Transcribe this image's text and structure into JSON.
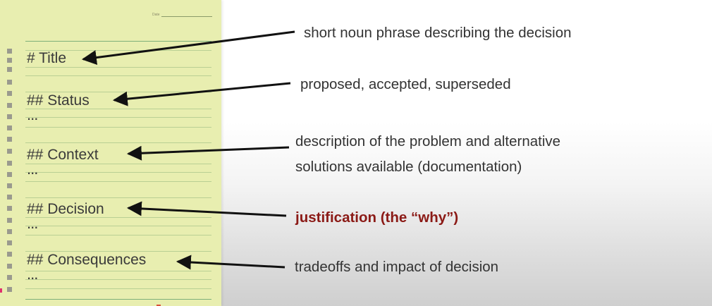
{
  "notepad": {
    "date_label": "Date",
    "headings": {
      "title": "# Title",
      "status": "## Status",
      "context": "## Context",
      "decision": "## Decision",
      "consequences": "## Consequences"
    },
    "ellipsis": "..."
  },
  "descriptions": {
    "title": "short noun phrase describing the decision",
    "status": "proposed, accepted, superseded",
    "context_line1": "description of the problem and alternative",
    "context_line2": "solutions available (documentation)",
    "decision": "justification (the “why”)",
    "consequences": "tradeoffs and impact of decision"
  },
  "colors": {
    "notepad_bg": "#e8eeb0",
    "rule": "#b9cf94",
    "text": "#333333",
    "accent": "#8b1a16"
  }
}
